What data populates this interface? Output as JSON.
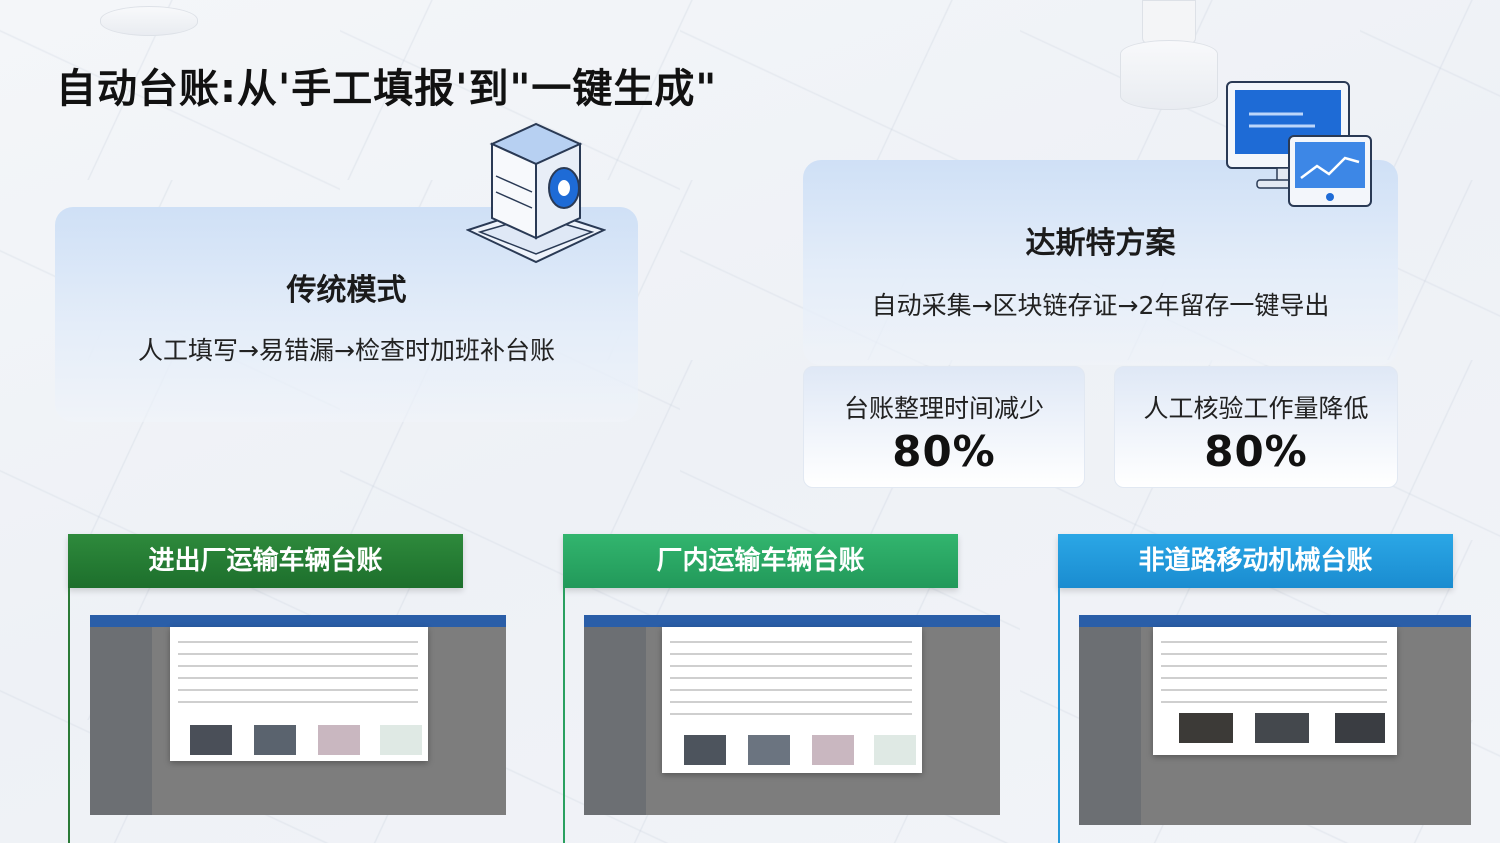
{
  "title": "自动台账:从'手工填报'到\"一键生成\"",
  "traditional": {
    "heading": "传统模式",
    "description": "人工填写→易错漏→检查时加班补台账"
  },
  "dst": {
    "heading": "达斯特方案",
    "description": "自动采集→区块链存证→2年留存一键导出",
    "stats": [
      {
        "label": "台账整理时间减少",
        "value": "80%"
      },
      {
        "label": "人工核验工作量降低",
        "value": "80%"
      }
    ]
  },
  "panels": [
    {
      "title": "进出厂运输车辆台账",
      "color": "#1f7a30"
    },
    {
      "title": "厂内运输车辆台账",
      "color": "#27a863"
    },
    {
      "title": "非道路移动机械台账",
      "color": "#1f9ad8"
    }
  ],
  "icons": [
    "server-box-icon",
    "monitor-chart-icon"
  ]
}
